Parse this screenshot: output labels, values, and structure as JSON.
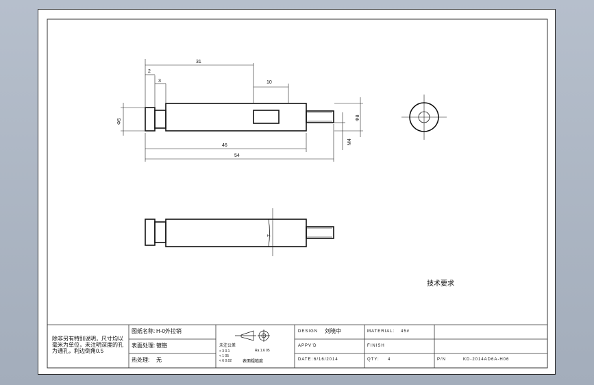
{
  "drawing": {
    "dimensions": {
      "d31": "31",
      "d2": "2",
      "d3": "3",
      "d10": "10",
      "d46": "46",
      "d54": "54",
      "dia5": "Φ5",
      "dia8": "Φ8",
      "m4": "M4",
      "d7": "7"
    },
    "tech_requirements": "技术要求"
  },
  "title_block": {
    "notes": "除非另有特别说明，尺寸均以毫米为单位，未注明深度的孔为通孔，利边倒角0.5",
    "name_label": "图纸名称:",
    "name_value": "H-0外拉销",
    "surface_label": "表面处理:",
    "surface_value": "镀铬",
    "heat_label": "热处理:",
    "heat_value": "无",
    "tolerance_title": "未注公差",
    "tolerance_lines": [
      "< 3    0.1",
      "< 1   05",
      "< 6   0.02"
    ],
    "roughness": "Ra 1.6 05",
    "roughness_label": "表面粗糙度",
    "design_label": "DESIGN",
    "design_value": "刘晓中",
    "appvd_label": "APPV'D",
    "date_label": "DATE:",
    "date_value": "6/16/2014",
    "material_label": "MATERIAL:",
    "material_value": "45#",
    "finish_label": "FINISH",
    "qty_label": "QTY:",
    "qty_value": "4",
    "pn_label": "P/N",
    "pn_value": "KD-2014AD6A-H06"
  },
  "colors": {
    "line": "#1a1a1a",
    "background": "#a9b3c1"
  }
}
